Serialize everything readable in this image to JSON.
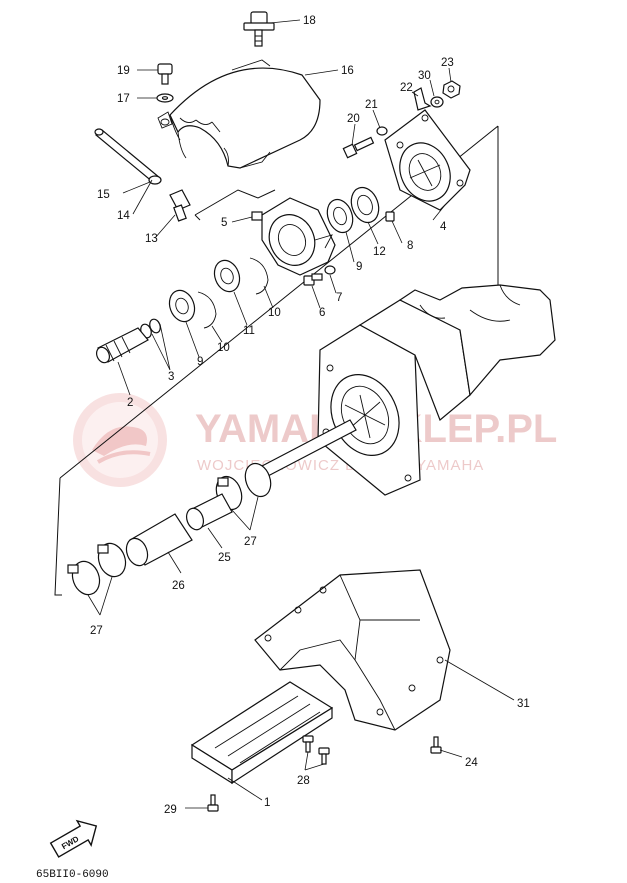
{
  "watermark": {
    "brand": "YAMAHASKLEP.PL",
    "tagline": "WOJCIECHOWICZ DEALER YAMAHA"
  },
  "parts_code": "65BII0-6090",
  "fwd_label": "FWD",
  "callouts": {
    "c18": "18",
    "c19": "19",
    "c16": "16",
    "c17": "17",
    "c23": "23",
    "c30": "30",
    "c22": "22",
    "c21": "21",
    "c20": "20",
    "c15": "15",
    "c14": "14",
    "c13": "13",
    "c5": "5",
    "c4": "4",
    "c8": "8",
    "c12": "12",
    "c9a": "9",
    "c7": "7",
    "c6": "6",
    "c10a": "10",
    "c11": "11",
    "c9b": "9",
    "c10b": "10",
    "c3": "3",
    "c2": "2",
    "c27a": "27",
    "c25": "25",
    "c26": "26",
    "c27b": "27",
    "c31": "31",
    "c24": "24",
    "c28": "28",
    "c29": "29",
    "c1": "1"
  }
}
